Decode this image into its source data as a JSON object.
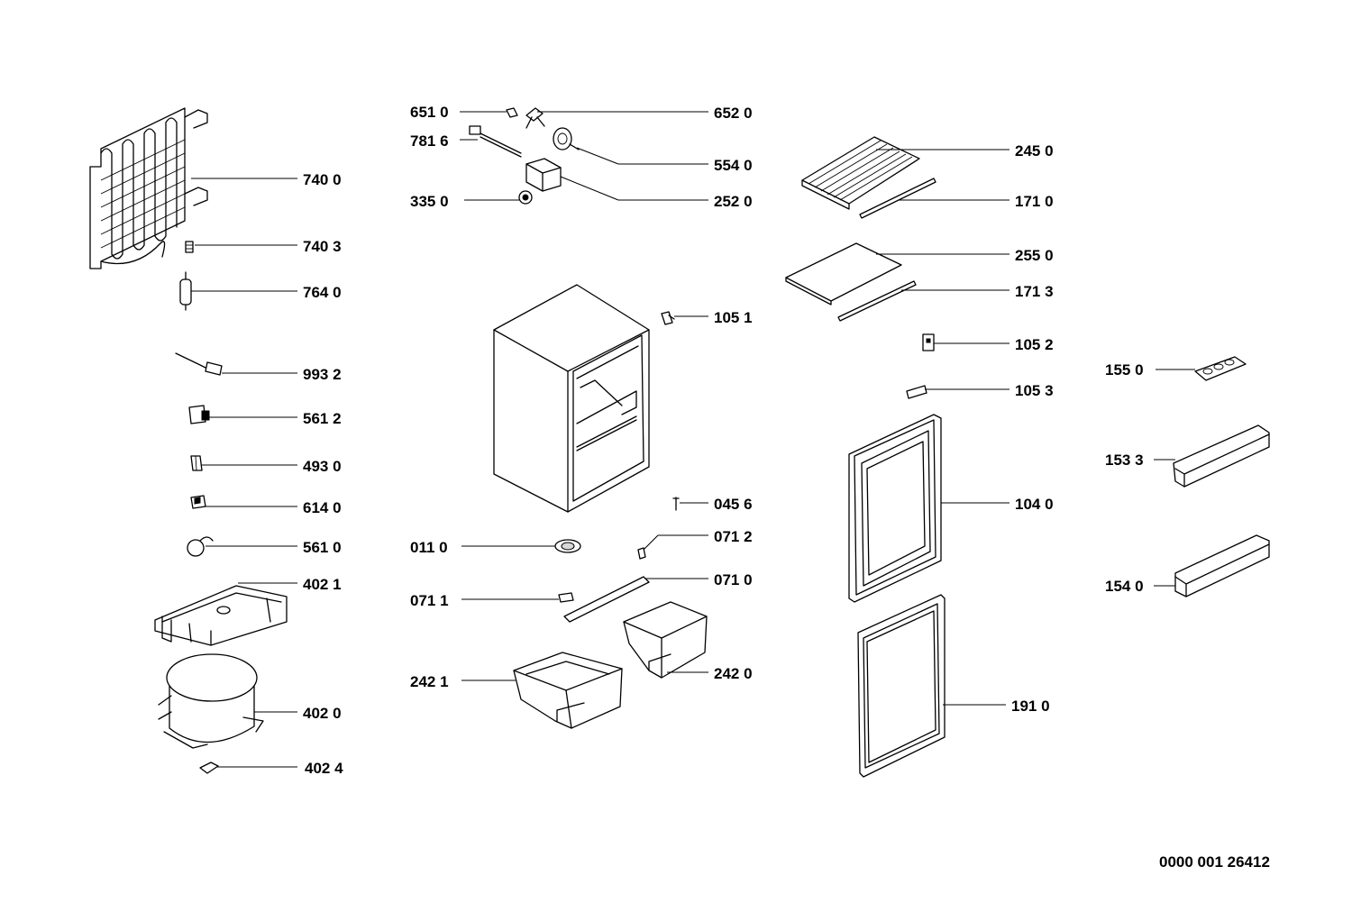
{
  "drawing_number": "0000 001 26412",
  "parts": {
    "p7400": "740 0",
    "p7403": "740 3",
    "p7640": "764 0",
    "p9932": "993 2",
    "p5612": "561 2",
    "p4930": "493 0",
    "p6140": "614 0",
    "p5610": "561 0",
    "p4021": "402 1",
    "p4020": "402 0",
    "p4024": "402 4",
    "p6510": "651 0",
    "p7816": "781 6",
    "p3350": "335 0",
    "p6520": "652 0",
    "p5540": "554 0",
    "p2520": "252 0",
    "p1051": "105 1",
    "p0456": "045 6",
    "p0110": "011 0",
    "p0712": "071 2",
    "p0711": "071 1",
    "p0710": "071 0",
    "p2421": "242 1",
    "p2420": "242 0",
    "p2450": "245 0",
    "p1710": "171 0",
    "p2550": "255 0",
    "p1713": "171 3",
    "p1052": "105 2",
    "p1053": "105 3",
    "p1040": "104 0",
    "p1910": "191 0",
    "p1550": "155 0",
    "p1533": "153 3",
    "p1540": "154 0"
  }
}
